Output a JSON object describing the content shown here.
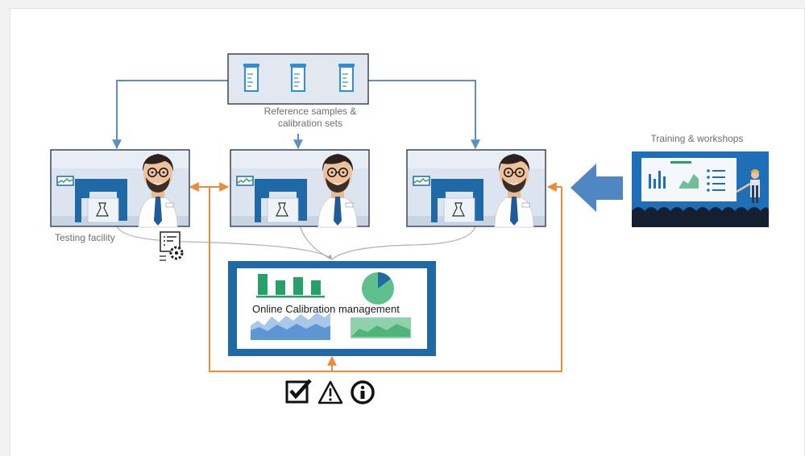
{
  "labels": {
    "reference": "Reference samples & calibration sets",
    "training": "Training & workshops",
    "testing": "Testing facility",
    "online": "Online Calibration management"
  },
  "icons": [
    "settings-list-icon",
    "checkbox-checked-icon",
    "warning-icon",
    "info-icon"
  ],
  "colors": {
    "blue_arrow": "#5b8fc9",
    "orange_line": "#ed8b3a",
    "gray_line": "#b4b4b4",
    "screen_blue": "#1f6aa6",
    "big_arrow": "#4f87c2"
  }
}
